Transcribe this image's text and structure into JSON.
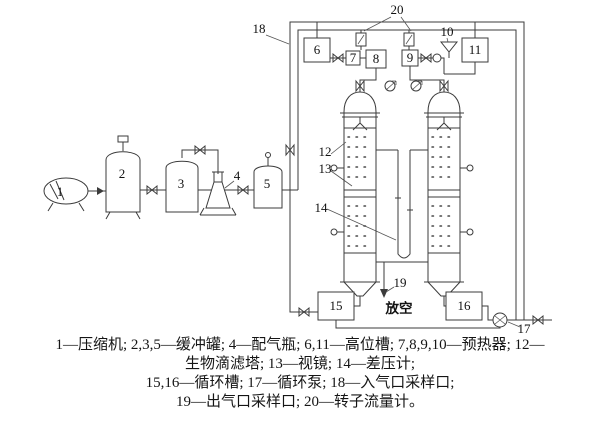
{
  "diagram": {
    "vent": "放空",
    "labels": {
      "n1": "1",
      "n2": "2",
      "n3": "3",
      "n4": "4",
      "n5": "5",
      "n6": "6",
      "n7": "7",
      "n8": "8",
      "n9": "9",
      "n10": "10",
      "n11": "11",
      "n12": "12",
      "n13": "13",
      "n14": "14",
      "n15": "15",
      "n16": "16",
      "n17": "17",
      "n18": "18",
      "n19": "19",
      "n20": "20"
    }
  },
  "caption": {
    "line1": "1—压缩机; 2,3,5—缓冲罐; 4—配气瓶; 6,11—高位槽; 7,8,9,10—预热器; 12—",
    "line2": "生物滴滤塔; 13—视镜; 14—差压计;",
    "line3": "15,16—循环槽; 17—循环泵; 18—入气口采样口;",
    "line4": "19—出气口采样口; 20—转子流量计。"
  }
}
